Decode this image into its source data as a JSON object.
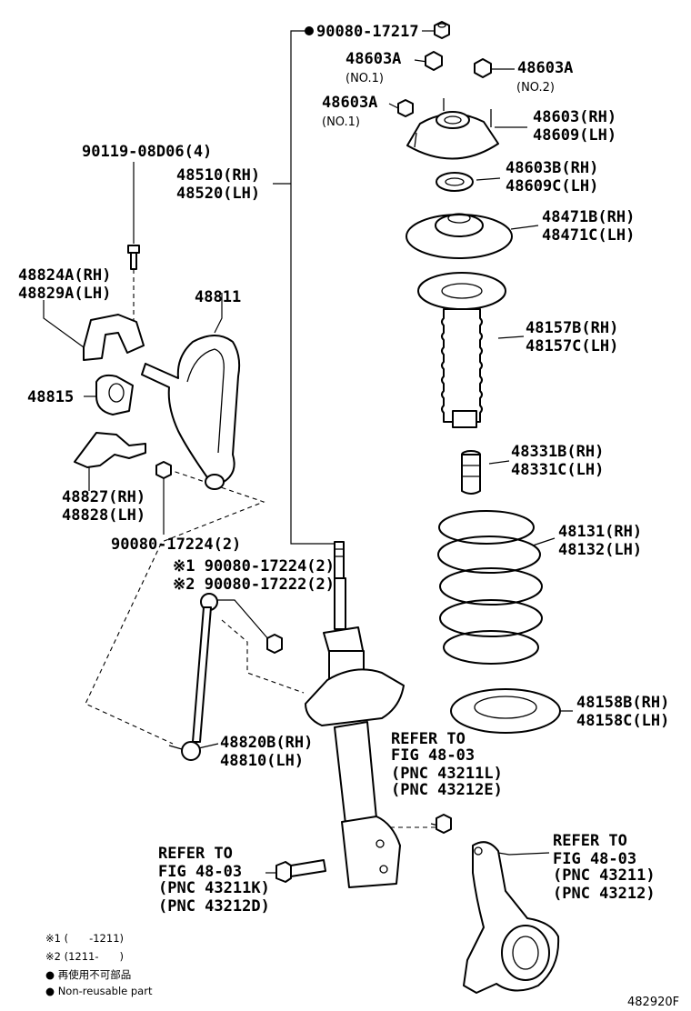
{
  "labels": {
    "p90080_17217": "90080-17217",
    "p48603a_no1_top": "48603A",
    "no1_top": "(NO.1)",
    "p48603a_no2": "48603A",
    "no2": "(NO.2)",
    "p48603a_no1_mid": "48603A",
    "no1_mid": "(NO.1)",
    "p48603_rh": "48603(RH)",
    "p48609_lh": "48609(LH)",
    "p48603b_rh": "48603B(RH)",
    "p48609c_lh": "48609C(LH)",
    "p48471b_rh": "48471B(RH)",
    "p48471c_lh": "48471C(LH)",
    "p48157b_rh": "48157B(RH)",
    "p48157c_lh": "48157C(LH)",
    "p48331b_rh": "48331B(RH)",
    "p48331c_lh": "48331C(LH)",
    "p48131_rh": "48131(RH)",
    "p48132_lh": "48132(LH)",
    "p48158b_rh": "48158B(RH)",
    "p48158c_lh": "48158C(LH)",
    "p90119": "90119-08D06(4)",
    "p48510_rh": "48510(RH)",
    "p48520_lh": "48520(LH)",
    "p48824a_rh": "48824A(RH)",
    "p48829a_lh": "48829A(LH)",
    "p48811": "48811",
    "p48815": "48815",
    "p48827_rh": "48827(RH)",
    "p48828_lh": "48828(LH)",
    "p90080_17224_2": "90080-17224(2)",
    "s1_90080_17224": "※1 90080-17224(2)",
    "s2_90080_17222": "※2 90080-17222(2)",
    "p48820b_rh": "48820B(RH)",
    "p48810_lh": "48810(LH)",
    "refer_mid": [
      "REFER TO",
      "FIG 48-03",
      "(PNC 43211L)",
      "(PNC 43212E)"
    ],
    "refer_left": [
      "REFER TO",
      "FIG 48-03",
      "(PNC 43211K)",
      "(PNC 43212D)"
    ],
    "refer_right": [
      "REFER TO",
      "FIG 48-03",
      "(PNC 43211)",
      "(PNC 43212)"
    ]
  },
  "notes": {
    "n1": "※1 (　　-1211)",
    "n2": "※2 (1211-　　)",
    "n3": "● 再使用不可部品",
    "n4": "● Non-reusable part"
  },
  "diagram_id": "482920F"
}
